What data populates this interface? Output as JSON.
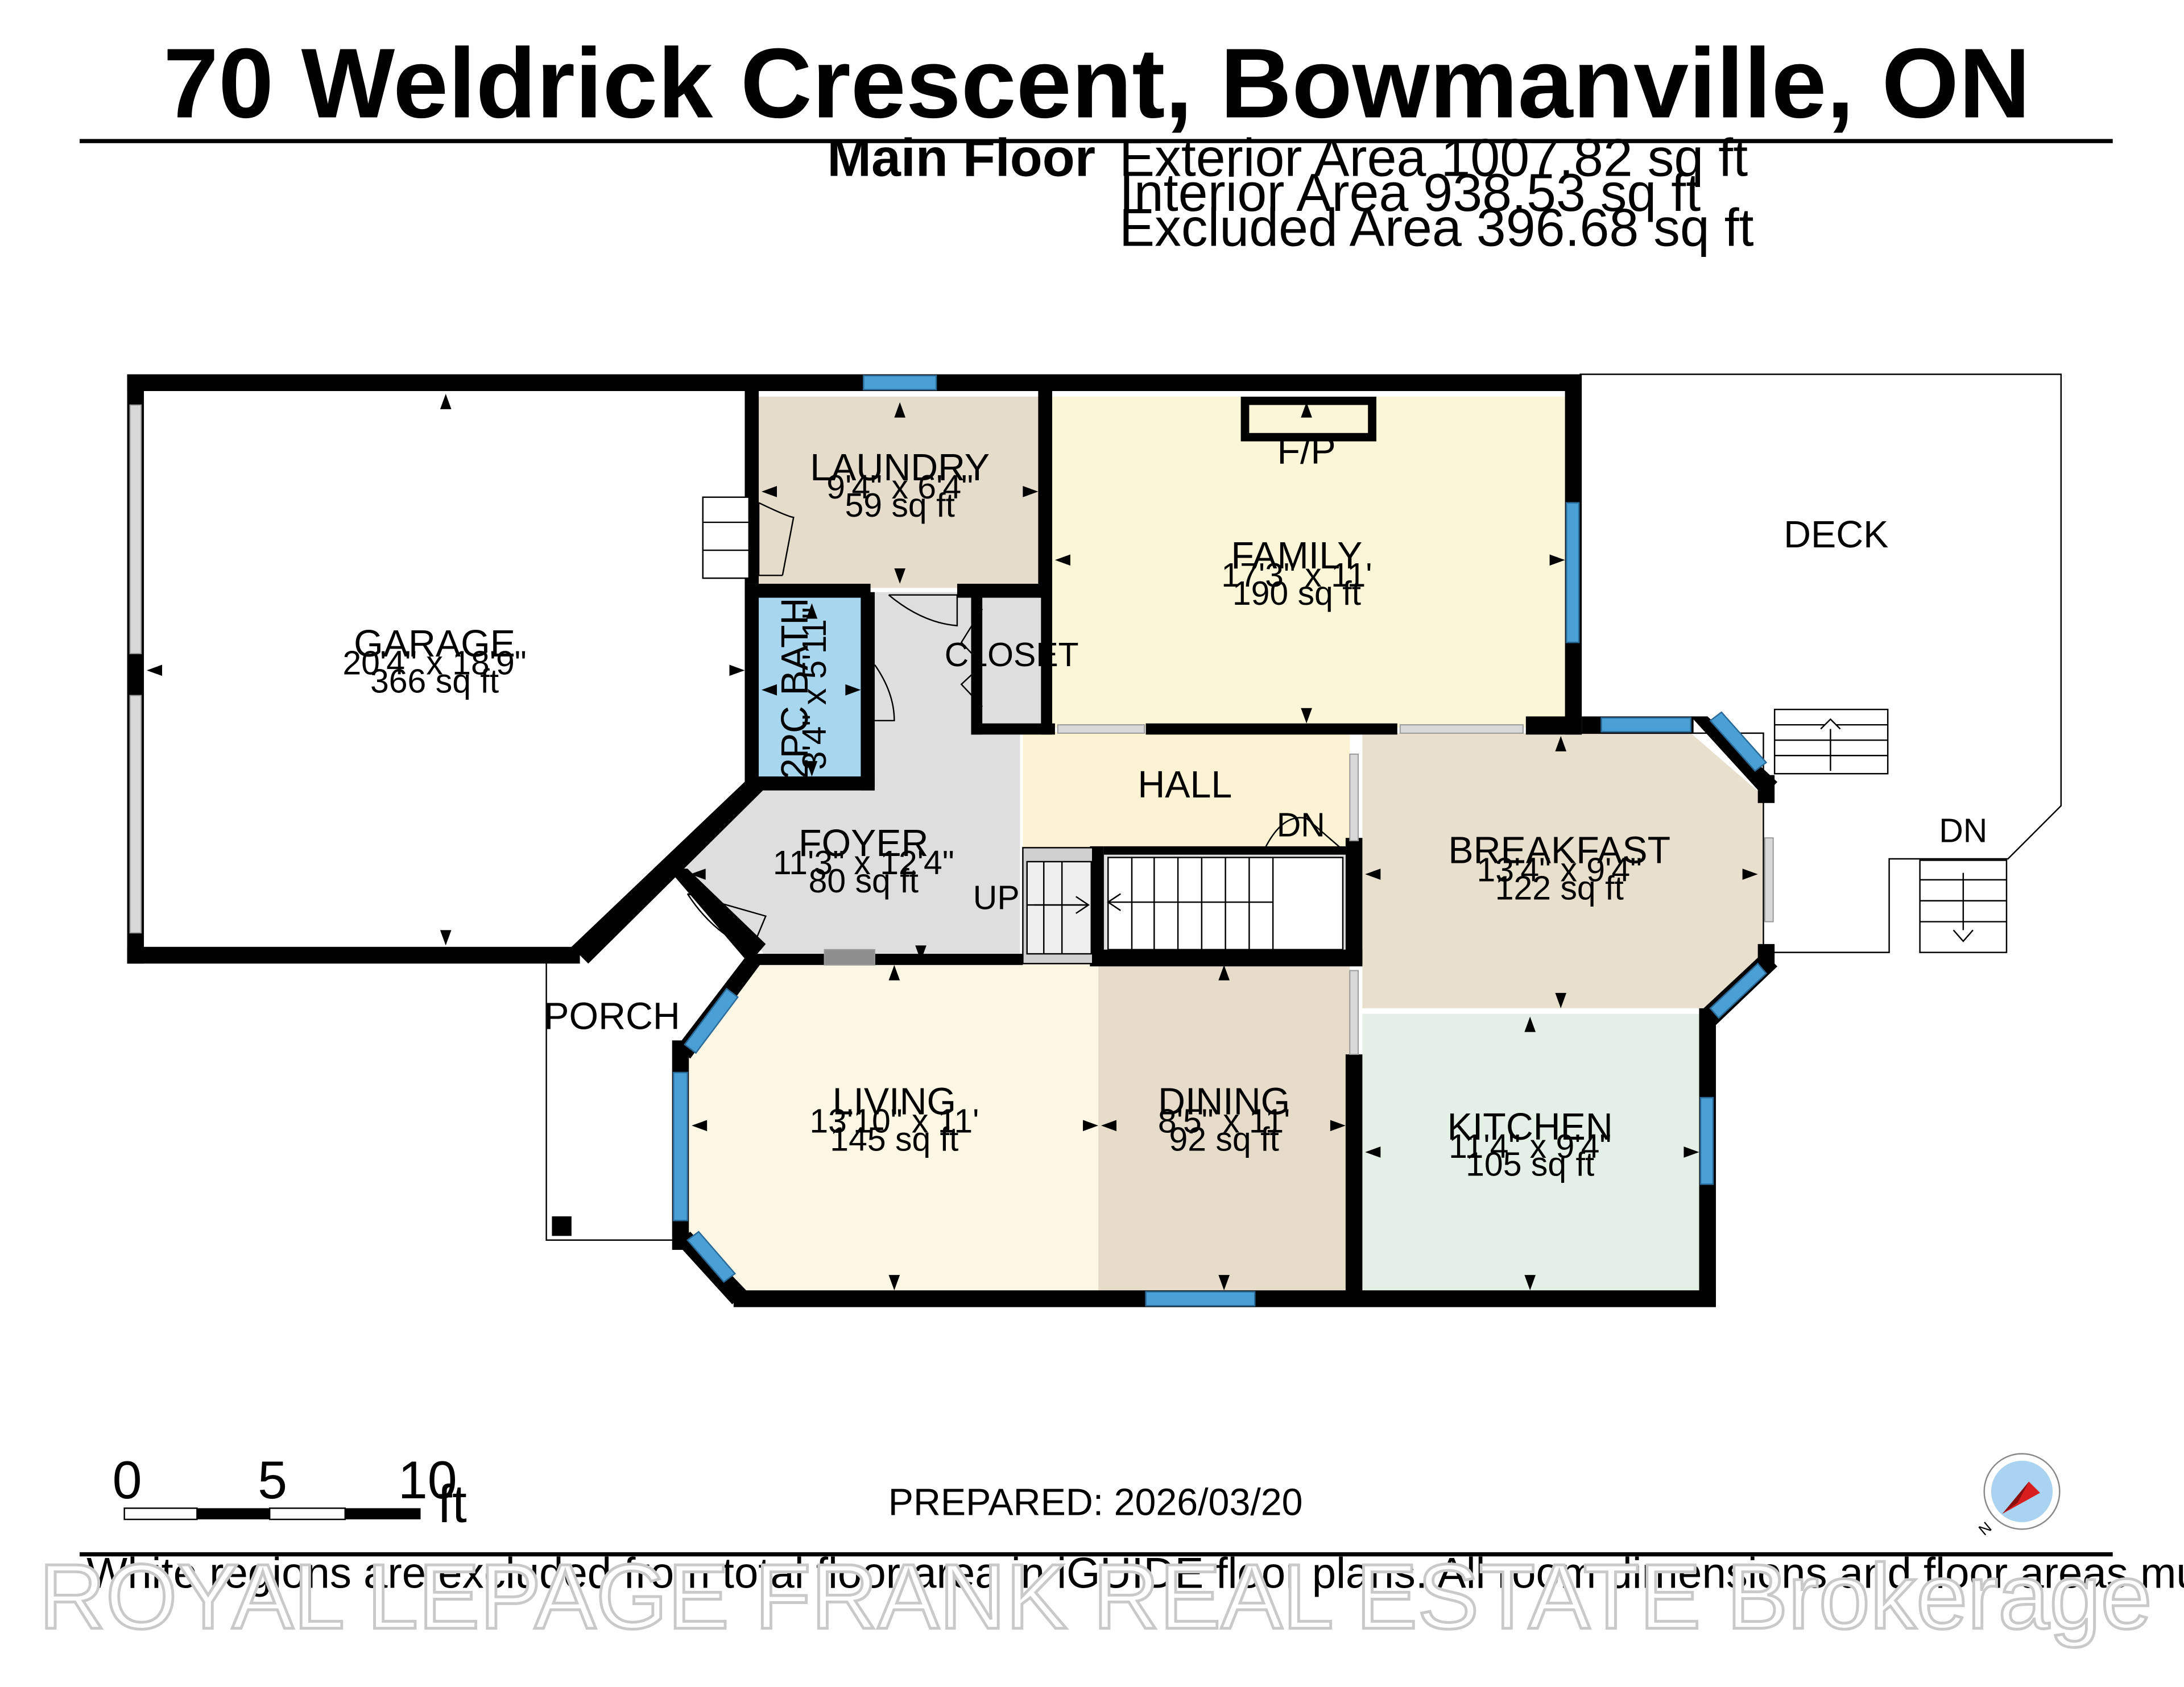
{
  "title": "70 Weldrick Crescent, Bowmanville, ON",
  "floor_summary": {
    "label": "Main Floor",
    "exterior": "Exterior Area 1007.82 sq ft",
    "interior": "Interior Area 938.53 sq ft",
    "excluded": "Excluded Area 396.68 sq ft"
  },
  "rooms": {
    "garage": {
      "name": "GARAGE",
      "dims": "20'4\" x 18'9\"",
      "area": "366 sq ft"
    },
    "laundry": {
      "name": "LAUNDRY",
      "dims": "9'4\" x 6'4\"",
      "area": "59 sq ft"
    },
    "family": {
      "name": "FAMILY",
      "dims": "17'3\" x 11'",
      "area": "190 sq ft"
    },
    "bath": {
      "name": "2PC BATH",
      "dims": "3'4\" x 5'11\""
    },
    "foyer": {
      "name": "FOYER",
      "dims": "11'3\" x 12'4\"",
      "area": "80 sq ft"
    },
    "breakfast": {
      "name": "BREAKFAST",
      "dims": "13'4\" x 9'4\"",
      "area": "122 sq ft"
    },
    "living": {
      "name": "LIVING",
      "dims": "13'10\" x 11'",
      "area": "145 sq ft"
    },
    "dining": {
      "name": "DINING",
      "dims": "8'5\" x 11'",
      "area": "92 sq ft"
    },
    "kitchen": {
      "name": "KITCHEN",
      "dims": "11'4\" x 9'4\"",
      "area": "105 sq ft"
    }
  },
  "labels": {
    "closet": "CLOSET",
    "hall": "HALL",
    "deck": "DECK",
    "porch": "PORCH",
    "fireplace": "F/P",
    "stairs_up": "UP",
    "stairs_down": "DN",
    "deck_down": "DN"
  },
  "scale_bar": {
    "ticks": [
      "0",
      "5",
      "10"
    ],
    "unit": "ft"
  },
  "prepared": "PREPARED: 2026/03/20",
  "compass_label": "N",
  "disclaimer": "White regions are excluded from total floor area in iGUIDE floor plans. All room dimensions and floor areas must be considered approximate and are subject to independent verification.",
  "watermark": "ROYAL LEPAGE FRANK REAL ESTATE  Brokerage",
  "colors": {
    "wall": "#000000",
    "window": "#4a9fd4",
    "laundry": "#e6dccb",
    "family": "#fcf6d9",
    "bath": "#a7d6ee",
    "foyer": "#dedede",
    "hall": "#fbf3d4",
    "breakfast": "#e8dfcd",
    "living": "#fcf6e4",
    "dining": "#e6dcc9",
    "kitchen": "#e4efe5"
  }
}
